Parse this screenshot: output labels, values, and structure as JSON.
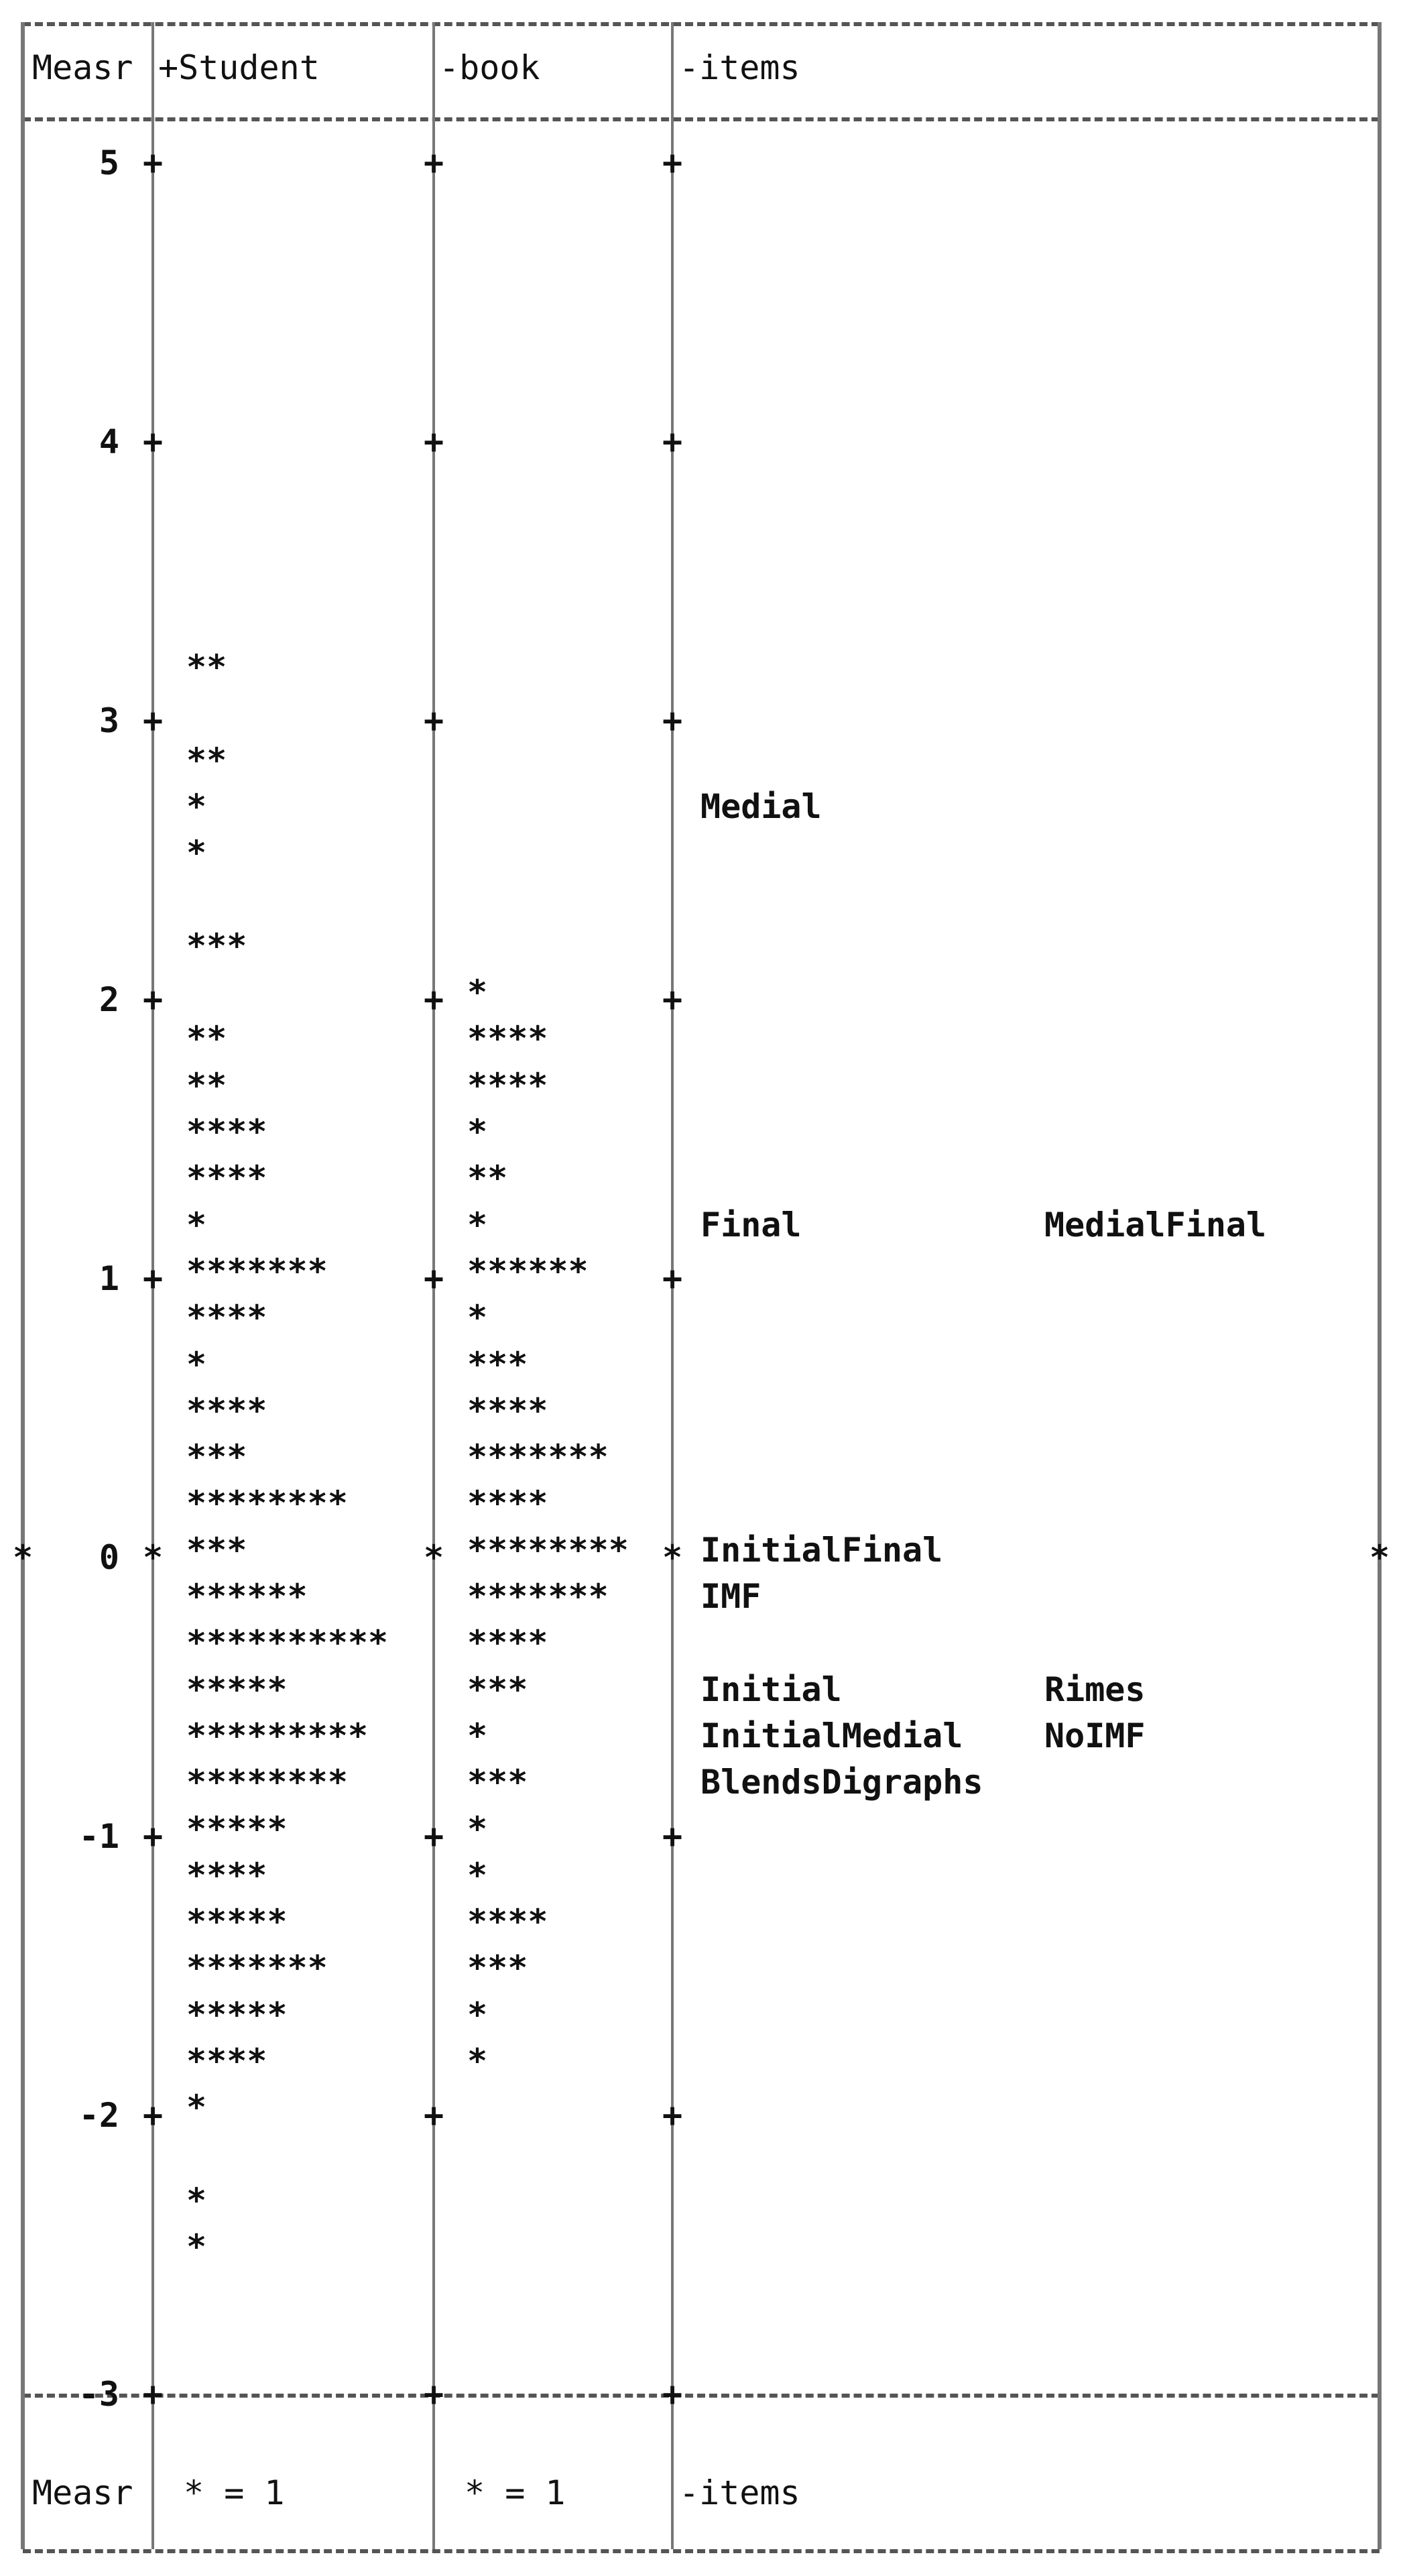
{
  "headers": [
    "Measr",
    "+Student",
    "-book",
    "-items"
  ],
  "footers": [
    "Measr",
    "* = 1",
    "* = 1",
    "-items"
  ],
  "ticks": [
    "5",
    "4",
    "3",
    "2",
    "1",
    "0",
    "-1",
    "-2",
    "-3"
  ],
  "zero_marker": "*",
  "rows": [
    {
      "stud": "**",
      "book": "",
      "i1": "",
      "i2": ""
    },
    {
      "stud": "",
      "book": "",
      "i1": "",
      "i2": ""
    },
    {
      "stud": "**",
      "book": "",
      "i1": "",
      "i2": ""
    },
    {
      "stud": "*",
      "book": "",
      "i1": "Medial",
      "i2": ""
    },
    {
      "stud": "*",
      "book": "",
      "i1": "",
      "i2": ""
    },
    {
      "stud": "",
      "book": "",
      "i1": "",
      "i2": ""
    },
    {
      "stud": "***",
      "book": "",
      "i1": "",
      "i2": ""
    },
    {
      "stud": "",
      "book": "*",
      "i1": "",
      "i2": ""
    },
    {
      "stud": "**",
      "book": "****",
      "i1": "",
      "i2": ""
    },
    {
      "stud": "**",
      "book": "****",
      "i1": "",
      "i2": ""
    },
    {
      "stud": "****",
      "book": "*",
      "i1": "",
      "i2": ""
    },
    {
      "stud": "****",
      "book": "**",
      "i1": "",
      "i2": ""
    },
    {
      "stud": "*",
      "book": "*",
      "i1": "Final",
      "i2": "MedialFinal"
    },
    {
      "stud": "*******",
      "book": "******",
      "i1": "",
      "i2": ""
    },
    {
      "stud": "****",
      "book": "*",
      "i1": "",
      "i2": ""
    },
    {
      "stud": "*",
      "book": "***",
      "i1": "",
      "i2": ""
    },
    {
      "stud": "****",
      "book": "****",
      "i1": "",
      "i2": ""
    },
    {
      "stud": "***",
      "book": "*******",
      "i1": "",
      "i2": ""
    },
    {
      "stud": "********",
      "book": "****",
      "i1": "",
      "i2": ""
    },
    {
      "stud": "***",
      "book": "********",
      "i1": "InitialFinal",
      "i2": ""
    },
    {
      "stud": "******",
      "book": "*******",
      "i1": "IMF",
      "i2": ""
    },
    {
      "stud": "**********",
      "book": "****",
      "i1": "",
      "i2": ""
    },
    {
      "stud": "*****",
      "book": "***",
      "i1": "Initial",
      "i2": "Rimes"
    },
    {
      "stud": "*********",
      "book": "*",
      "i1": "InitialMedial",
      "i2": "NoIMF"
    },
    {
      "stud": "********",
      "book": "***",
      "i1": "BlendsDigraphs",
      "i2": ""
    },
    {
      "stud": "*****",
      "book": "*",
      "i1": "",
      "i2": ""
    },
    {
      "stud": "****",
      "book": "*",
      "i1": "",
      "i2": ""
    },
    {
      "stud": "*****",
      "book": "****",
      "i1": "",
      "i2": ""
    },
    {
      "stud": "*******",
      "book": "***",
      "i1": "",
      "i2": ""
    },
    {
      "stud": "*****",
      "book": "*",
      "i1": "",
      "i2": ""
    },
    {
      "stud": "****",
      "book": "*",
      "i1": "",
      "i2": ""
    },
    {
      "stud": "*",
      "book": "",
      "i1": "",
      "i2": ""
    },
    {
      "stud": "",
      "book": "",
      "i1": "",
      "i2": ""
    },
    {
      "stud": "*",
      "book": "",
      "i1": "",
      "i2": ""
    },
    {
      "stud": "*",
      "book": "",
      "i1": "",
      "i2": ""
    }
  ]
}
